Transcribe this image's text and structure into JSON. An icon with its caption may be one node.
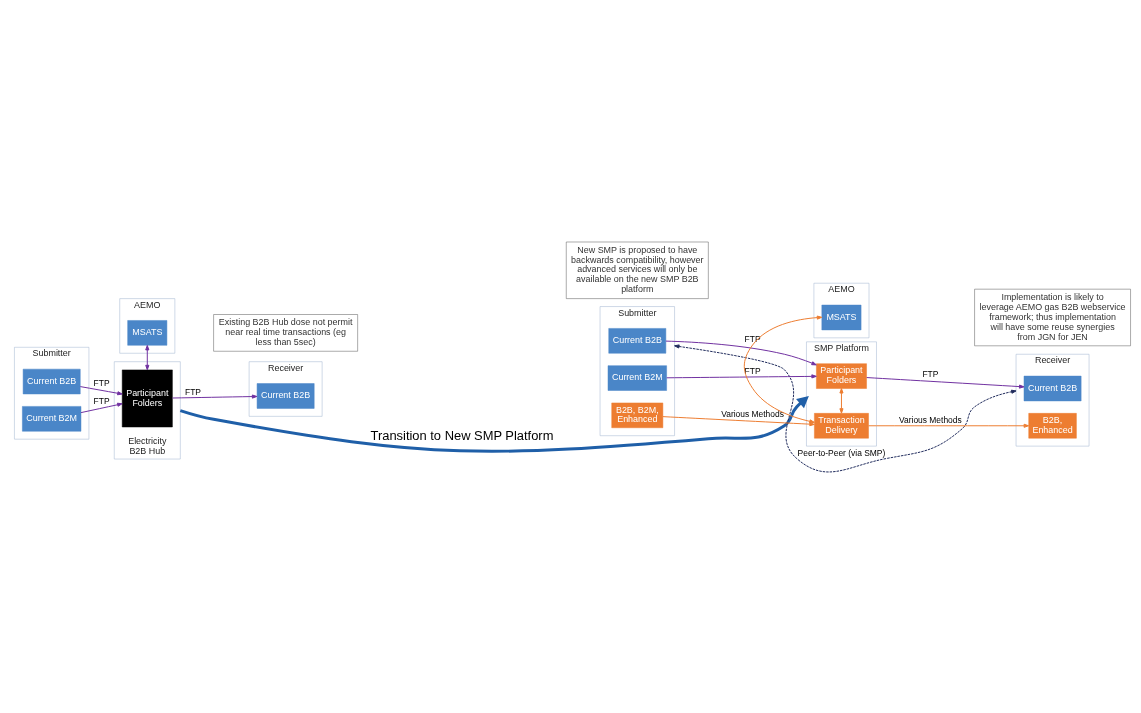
{
  "diagram": {
    "nodes": [
      {
        "text": [
          "Submitter"
        ]
      },
      {
        "text": [
          "Current B2B"
        ],
        "in": 0
      },
      {
        "text": [
          "Current B2M"
        ],
        "in": 0
      },
      {
        "text": [
          "Electricity B2B Hub"
        ]
      },
      {
        "text": [
          "Participant Folders"
        ],
        "in": 3
      },
      {
        "text": [
          "Receiver"
        ]
      },
      {
        "text": [
          "Current B2B"
        ],
        "in": 5
      },
      {
        "text": [
          "AEMO"
        ]
      },
      {
        "text": [
          "MSATS"
        ],
        "in": 7
      },
      {
        "text": [
          "Existing B2B Hub dose not permit near real time transactions (eg less than 5sec)"
        ]
      },
      {
        "text": [
          "Submitter"
        ]
      },
      {
        "text": [
          "Current B2B"
        ],
        "in": 10
      },
      {
        "text": [
          "Current B2M"
        ],
        "in": 10
      },
      {
        "text": [
          "B2B, B2M, Enhanced"
        ],
        "in": 10
      },
      {
        "text": [
          "SMP Platform"
        ]
      },
      {
        "text": [
          "Participant Folders"
        ],
        "in": 14
      },
      {
        "text": [
          "Transaction Delivery"
        ],
        "in": 14
      },
      {
        "text": [
          "Receiver"
        ]
      },
      {
        "text": [
          "Current B2B"
        ],
        "in": 17
      },
      {
        "text": [
          "B2B, Enhanced"
        ],
        "in": 17
      },
      {
        "text": [
          "AEMO"
        ]
      },
      {
        "text": [
          "MSATS"
        ],
        "in": 20
      },
      {
        "text": [
          "New SMP is proposed to have backwards compatibility, however advanced services will only be available on the new SMP B2B platform"
        ]
      },
      {
        "text": [
          "Implementation is likely to leverage AEMO gas B2B webservice framework; thus implementation will have some reuse synergies from JGN for JEN"
        ]
      }
    ],
    "edges": [
      {
        "from": 3,
        "to": 14,
        "arrow": "to",
        "label": "Transition to New SMP Platform",
        "style": "thick",
        "color": "#1f5fa8"
      },
      {
        "from": 1,
        "to": 4,
        "arrow": "to",
        "label": "FTP"
      },
      {
        "from": 2,
        "to": 4,
        "arrow": "to",
        "label": "FTP"
      },
      {
        "from": 4,
        "to": 6,
        "arrow": "to",
        "label": "FTP"
      },
      {
        "from": 4,
        "to": 8,
        "arrow": "both"
      },
      {
        "from": 10,
        "to": 17,
        "arrow": "both",
        "label": "Peer-to-Peer (via SMP)",
        "style": "dashed",
        "color": "#1f2a5c"
      },
      {
        "from": 11,
        "to": 15,
        "arrow": "to",
        "label": "FTP"
      },
      {
        "from": 12,
        "to": 15,
        "arrow": "to",
        "label": "FTP"
      },
      {
        "from": 15,
        "to": 18,
        "arrow": "to",
        "label": "FTP"
      },
      {
        "from": 15,
        "to": 16,
        "arrow": "both",
        "color": "#ed7d31"
      },
      {
        "from": 13,
        "to": 16,
        "arrow": "to",
        "label": "Various Methods",
        "color": "#ed7d31"
      },
      {
        "from": 16,
        "to": 19,
        "arrow": "to",
        "label": "Various Methods",
        "color": "#ed7d31"
      },
      {
        "from": 16,
        "to": 21,
        "arrow": "both",
        "color": "#ed7d31"
      }
    ]
  }
}
